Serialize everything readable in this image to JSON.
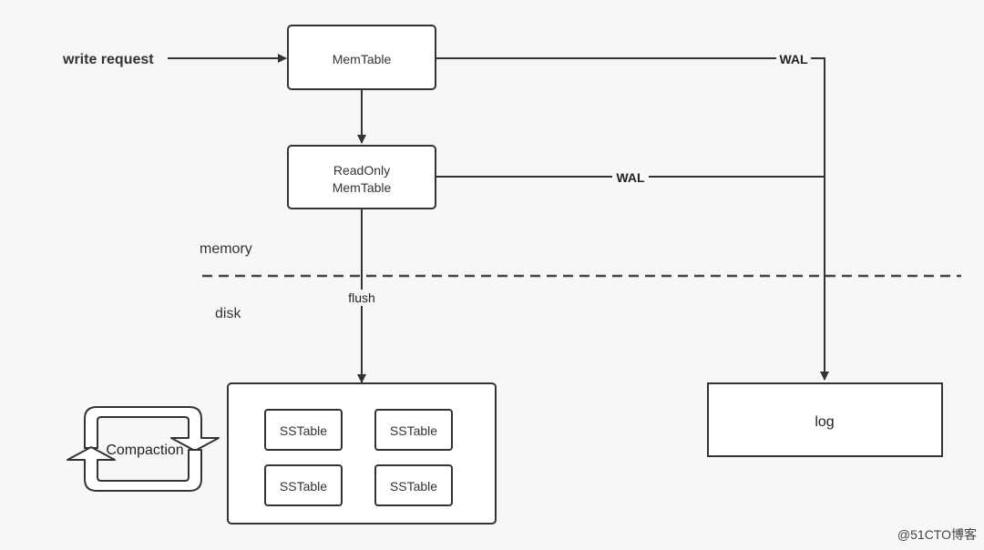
{
  "labels": {
    "write_request": "write request",
    "memory": "memory",
    "disk": "disk",
    "flush": "flush",
    "wal_top": "WAL",
    "wal_mid": "WAL",
    "compaction": "Compaction",
    "watermark": "@51CTO博客"
  },
  "boxes": {
    "memtable": "MemTable",
    "readonly_line1": "ReadOnly",
    "readonly_line2": "MemTable",
    "log": "log",
    "sstables": [
      "SSTable",
      "SSTable",
      "SSTable",
      "SSTable"
    ]
  },
  "colors": {
    "stroke": "#333333",
    "box_fill": "#ffffff",
    "background": "#f7f7f7"
  }
}
